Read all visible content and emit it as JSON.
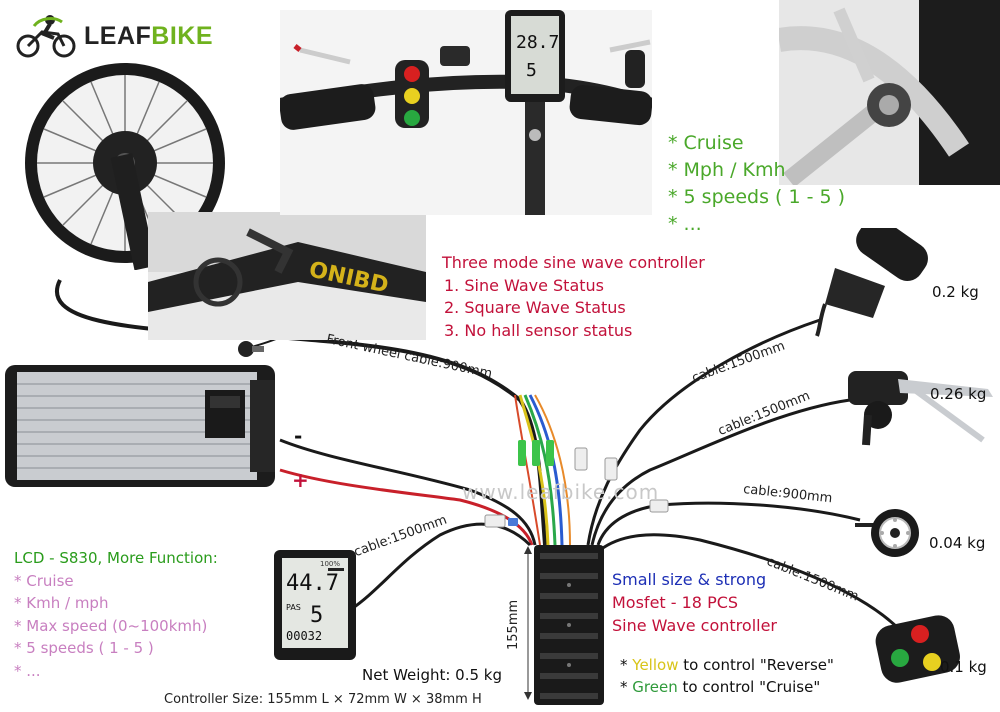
{
  "brand": {
    "logo_leaf": "LEAF",
    "logo_bike": "BIKE"
  },
  "colors": {
    "brand_green": "#6fb21e",
    "feature_green": "#4aa82a",
    "controller_red": "#c2113a",
    "lcd_pink": "#c87fc0",
    "spec_blue": "#1d2fb5"
  },
  "features": {
    "items": [
      "* Cruise",
      "* Mph / Kmh",
      "* 5 speeds ( 1 - 5 )",
      "* ..."
    ]
  },
  "controller_modes": {
    "title": "Three mode sine wave controller",
    "items": [
      "1. Sine Wave Status",
      "2. Square Wave Status",
      "3. No hall sensor status"
    ]
  },
  "lcd": {
    "title": "LCD - S830, More Function:",
    "items": [
      "* Cruise",
      "* Kmh / mph",
      "* Max speed (0~100kmh)",
      "* 5 speeds ( 1 - 5 )",
      "* ..."
    ],
    "screen_top": "28.7",
    "screen_mid": "5",
    "screen2_speed": "44.7",
    "screen2_gear": "5",
    "screen2_odo": "00032",
    "screen2_pct": "100%",
    "screen2_pas": "PAS"
  },
  "cables": {
    "front_wheel": "Front wheel cable:900mm",
    "throttle": "cable:1500mm",
    "brake": "cable:1500mm",
    "pas": "cable:900mm",
    "switch": "cable:1500mm",
    "lcd": "cable:1500mm"
  },
  "weights": {
    "throttle": "0.2 kg",
    "brake": "0.26 kg",
    "pas": "0.04 kg",
    "switch": "0.1 kg",
    "net": "Net Weight: 0.5 kg"
  },
  "polarity": {
    "minus": "-",
    "plus": "+"
  },
  "controller": {
    "height_label": "155mm",
    "spec_line1": "Small size & strong",
    "spec_line2": "Mosfet - 18 PCS",
    "spec_line3": "Sine Wave controller",
    "size_line": "Controller Size: 155mm L × 72mm W × 38mm H"
  },
  "buttons_note": {
    "yellow_prefix": "* ",
    "yellow_word": "Yellow",
    "yellow_rest": " to control \"Reverse\"",
    "green_prefix": "* ",
    "green_word": "Green",
    "green_rest": " to control \"Cruise\""
  },
  "watermark": "www.leafbike.com"
}
